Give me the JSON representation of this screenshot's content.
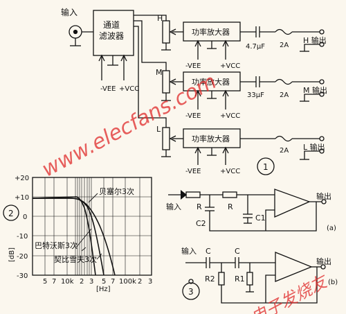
{
  "block": {
    "input_label": "输入",
    "filter_label": [
      "通道",
      "滤波器"
    ],
    "filter_vee": "-VEE",
    "filter_vcc": "+VCC",
    "channels": [
      {
        "pot": "H",
        "amp": "功率放大器",
        "cap": "4.7μF",
        "fuse": "2A",
        "out": "H 输出",
        "vee": "-VEE",
        "vcc": "+VCC"
      },
      {
        "pot": "M",
        "amp": "功率放大器",
        "cap": "33μF",
        "fuse": "2A",
        "out": "M 输出",
        "vee": "-VEE",
        "vcc": "+VCC"
      },
      {
        "pot": "L",
        "amp": "功率放大器",
        "cap": "",
        "fuse": "2A",
        "out": "L 输出",
        "vee": "-VEE",
        "vcc": "+VCC"
      }
    ],
    "figure_number": "1"
  },
  "response": {
    "figure_number": "2",
    "y_unit": "[dB]",
    "x_unit": "[Hz]",
    "y_ticks": [
      "+20",
      "+10",
      "0",
      "-10",
      "-20",
      "-30"
    ],
    "x_ticks": [
      "5",
      "7",
      "10k",
      "2",
      "3",
      "5",
      "7",
      "100k",
      "2",
      "3"
    ],
    "curve_labels": [
      "贝塞尔3次",
      "巴特沃斯3次",
      "契比雪夫3次"
    ]
  },
  "active_filters": {
    "figure_number": "3",
    "a": {
      "input": "输入",
      "output": "输出",
      "r1": "R",
      "r2": "R",
      "c1": "C1",
      "c2": "C2",
      "tag": "(a)"
    },
    "b": {
      "input": "输入",
      "output": "输出",
      "c1": "C",
      "c2": "C",
      "r1": "R1",
      "r2": "R2",
      "tag": "(b)"
    }
  },
  "watermarks": [
    "www.elecfans.com",
    "电子发烧友"
  ]
}
